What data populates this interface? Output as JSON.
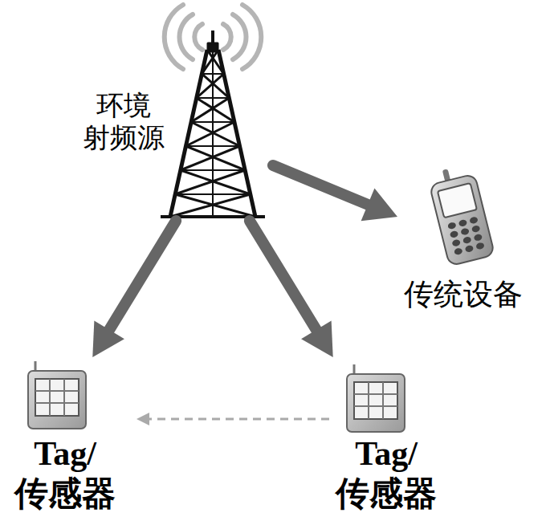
{
  "diagram": {
    "nodes": [
      {
        "text": [
          "环境 射频源"
        ]
      },
      {
        "text": [
          "传统设备"
        ]
      },
      {
        "text": [
          "Tag/ 传感器"
        ]
      },
      {
        "text": [
          "Tag/ 传感器"
        ]
      }
    ],
    "edges": [
      {
        "from": 0,
        "to": 2,
        "arrow": "to"
      },
      {
        "from": 0,
        "to": 3,
        "arrow": "to"
      },
      {
        "from": 0,
        "to": 1,
        "arrow": "to"
      },
      {
        "from": 3,
        "to": 2,
        "arrow": "to"
      }
    ]
  }
}
